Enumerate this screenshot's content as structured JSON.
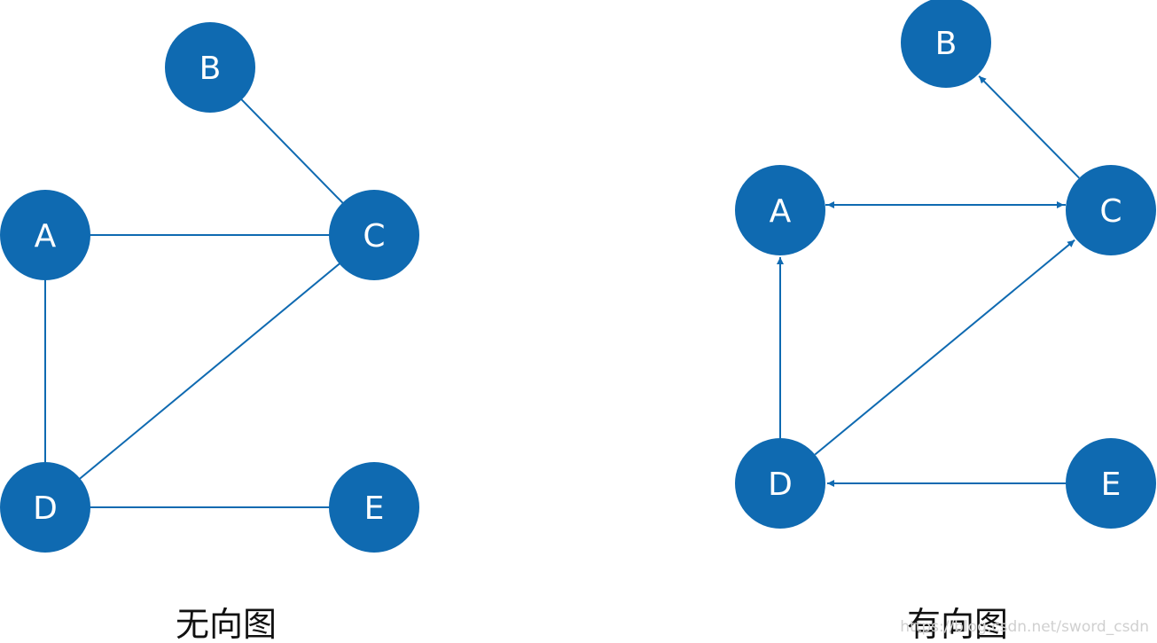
{
  "colors": {
    "node_fill": "#0f6ab1",
    "edge": "#0f6ab1",
    "node_text": "#ffffff",
    "caption_text": "#111111",
    "watermark_text": "#d0d0d0"
  },
  "undirected": {
    "caption": "无向图",
    "nodes": [
      {
        "id": "A",
        "label": "A"
      },
      {
        "id": "B",
        "label": "B"
      },
      {
        "id": "C",
        "label": "C"
      },
      {
        "id": "D",
        "label": "D"
      },
      {
        "id": "E",
        "label": "E"
      }
    ],
    "edges": [
      {
        "from": "A",
        "to": "C"
      },
      {
        "from": "B",
        "to": "C"
      },
      {
        "from": "A",
        "to": "D"
      },
      {
        "from": "C",
        "to": "D"
      },
      {
        "from": "D",
        "to": "E"
      }
    ]
  },
  "directed": {
    "caption": "有向图",
    "nodes": [
      {
        "id": "A",
        "label": "A"
      },
      {
        "id": "B",
        "label": "B"
      },
      {
        "id": "C",
        "label": "C"
      },
      {
        "id": "D",
        "label": "D"
      },
      {
        "id": "E",
        "label": "E"
      }
    ],
    "edges": [
      {
        "from": "A",
        "to": "C"
      },
      {
        "from": "C",
        "to": "A"
      },
      {
        "from": "C",
        "to": "B"
      },
      {
        "from": "D",
        "to": "A"
      },
      {
        "from": "D",
        "to": "C"
      },
      {
        "from": "E",
        "to": "D"
      }
    ]
  },
  "watermark": "https://blog.csdn.net/sword_csdn"
}
